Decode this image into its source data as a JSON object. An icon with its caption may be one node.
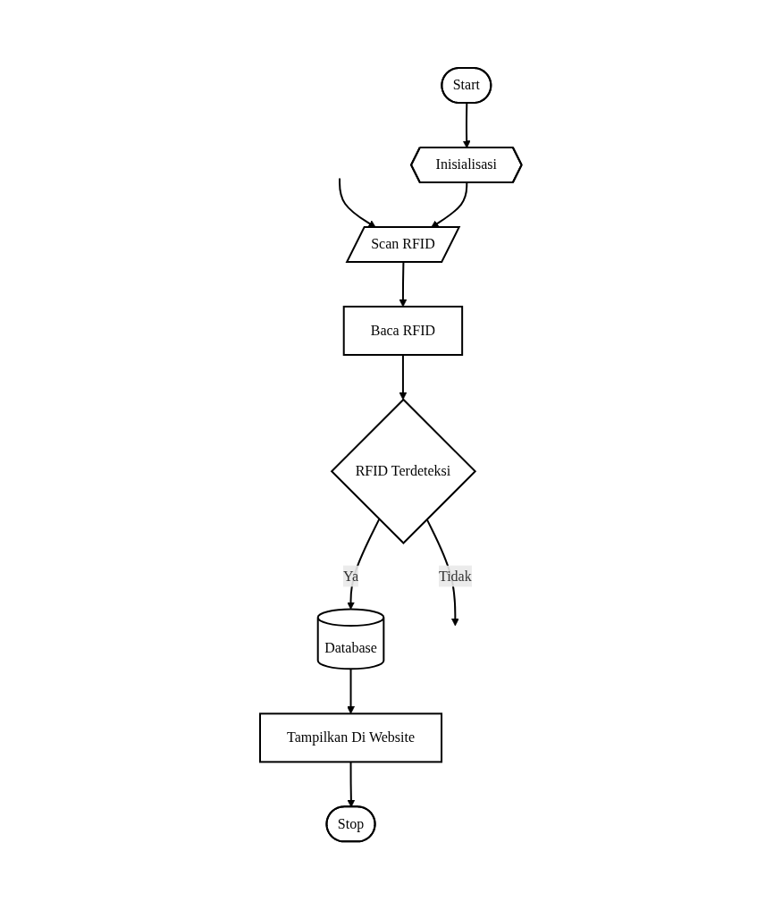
{
  "diagram": {
    "nodes": [
      {
        "text": [
          "Start"
        ]
      },
      {
        "text": [
          "Inisialisasi"
        ]
      },
      {
        "text": [
          "Scan RFID"
        ]
      },
      {
        "text": [
          "Baca RFID"
        ]
      },
      {
        "text": [
          "RFID Terdeteksi"
        ]
      },
      {
        "text": [
          "Database"
        ]
      },
      {
        "text": [
          "Tampilkan Di Website"
        ]
      },
      {
        "text": [
          "Stop"
        ]
      }
    ],
    "edges": [
      {
        "from": 0,
        "to": 1,
        "arrow": "to"
      },
      {
        "from": null,
        "to": 2,
        "arrow": "to"
      },
      {
        "from": 1,
        "to": 2,
        "arrow": "to"
      },
      {
        "from": 2,
        "to": 3,
        "arrow": "to"
      },
      {
        "from": 3,
        "to": 4,
        "arrow": "to"
      },
      {
        "from": 4,
        "to": null,
        "label": "Tidak",
        "arrow": "to"
      },
      {
        "from": 4,
        "to": 5,
        "label": "Ya",
        "arrow": "to"
      },
      {
        "from": 5,
        "to": 6,
        "arrow": "to"
      },
      {
        "from": 6,
        "to": 7,
        "arrow": "to"
      }
    ]
  }
}
